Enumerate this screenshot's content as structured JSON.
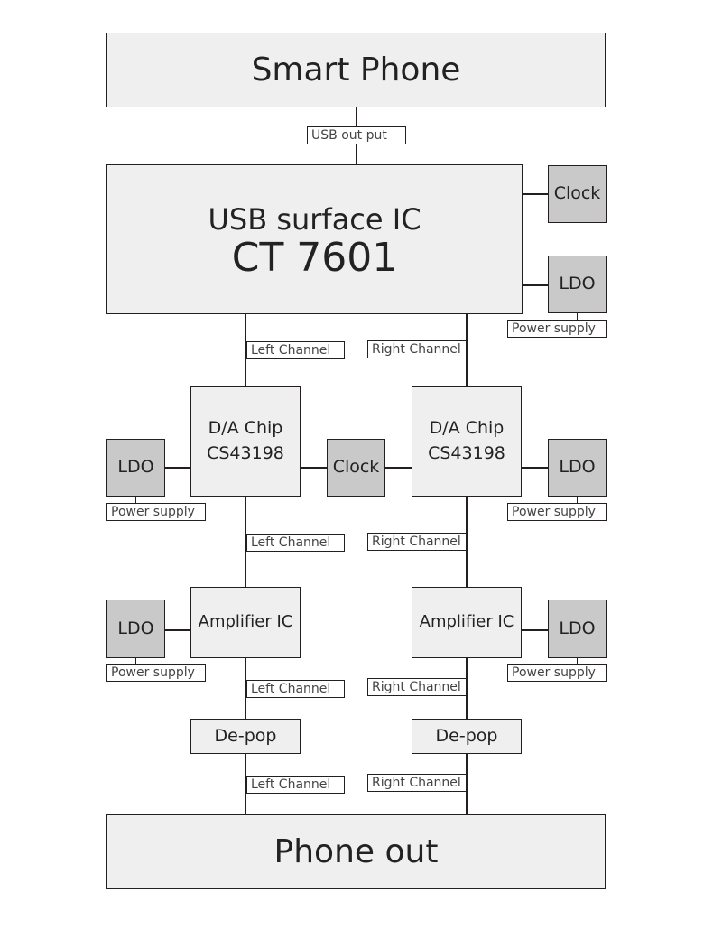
{
  "smart_phone": "Smart Phone",
  "usb_ic": {
    "title": "USB surface IC",
    "model": "CT 7601"
  },
  "phone_out": "Phone out",
  "clock": "Clock",
  "ldo": "LDO",
  "dac_title": "D/A Chip",
  "dac_model": "CS43198",
  "amp": "Amplifier IC",
  "depop": "De-pop",
  "tags": {
    "usb_out": "USB out put",
    "left": "Left Channel",
    "right": "Right Channel",
    "power": "Power supply"
  }
}
